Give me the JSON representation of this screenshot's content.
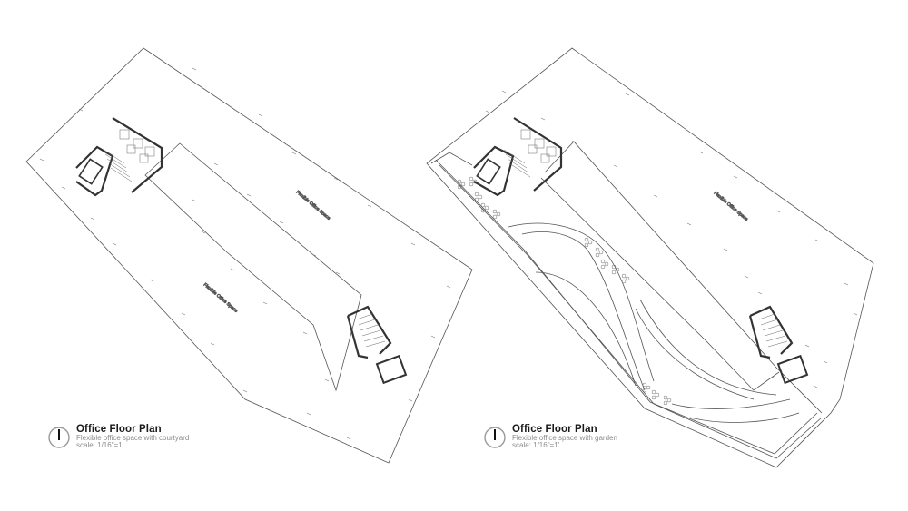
{
  "plans": [
    {
      "title": "Office Floor Plan",
      "subtitle": "Flexible office space with courtyard",
      "scale": "scale: 1/16\"=1'",
      "room_labels": [
        "Flexible Office Space",
        "Flexible Office Space"
      ]
    },
    {
      "title": "Office Floor Plan",
      "subtitle": "Flexible office space with garden",
      "scale": "scale: 1/16\"=1'",
      "room_labels": [
        "Flexible Office Space"
      ]
    }
  ],
  "colors": {
    "line": "#555555",
    "wall": "#333333",
    "caption_title": "#1a1a1a",
    "caption_sub": "#8c8c8c"
  }
}
